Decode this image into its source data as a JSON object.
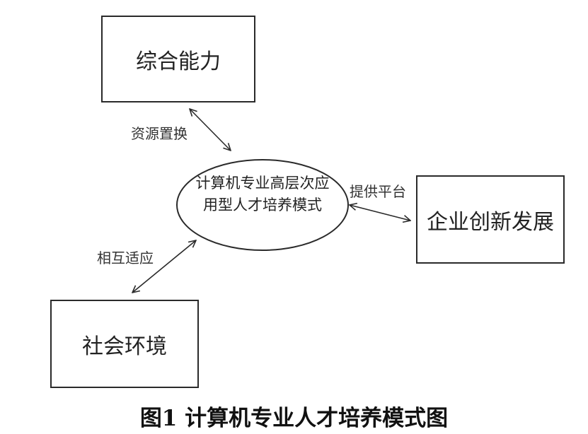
{
  "diagram": {
    "center_text_line1": "计算机专业高层次应",
    "center_text_line2": "用型人才培养模式",
    "nodes": {
      "top": "综合能力",
      "right": "企业创新发展",
      "bottom": "社会环境"
    },
    "edges": {
      "top": "资源置换",
      "right": "提供平台",
      "bottom": "相互适应"
    },
    "caption": "图1   计算机专业人才培养模式图"
  }
}
